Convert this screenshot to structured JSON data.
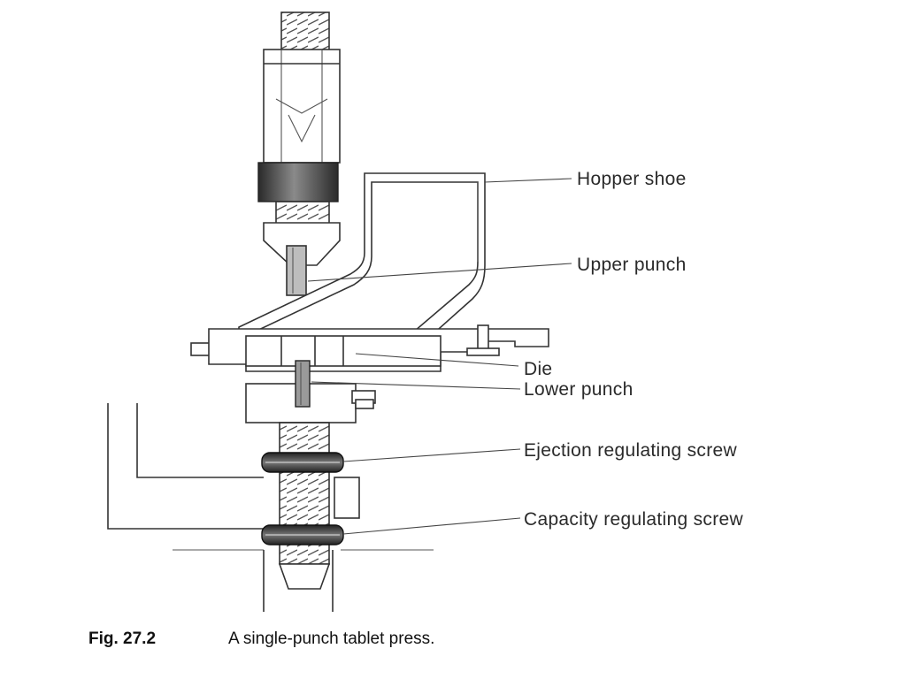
{
  "labels": {
    "hopper_shoe": "Hopper shoe",
    "upper_punch": "Upper punch",
    "die": "Die",
    "lower_punch": "Lower punch",
    "ejection_screw": "Ejection regulating screw",
    "capacity_screw": "Capacity regulating screw"
  },
  "caption": {
    "number": "Fig. 27.2",
    "text": "A single-punch tablet press."
  }
}
